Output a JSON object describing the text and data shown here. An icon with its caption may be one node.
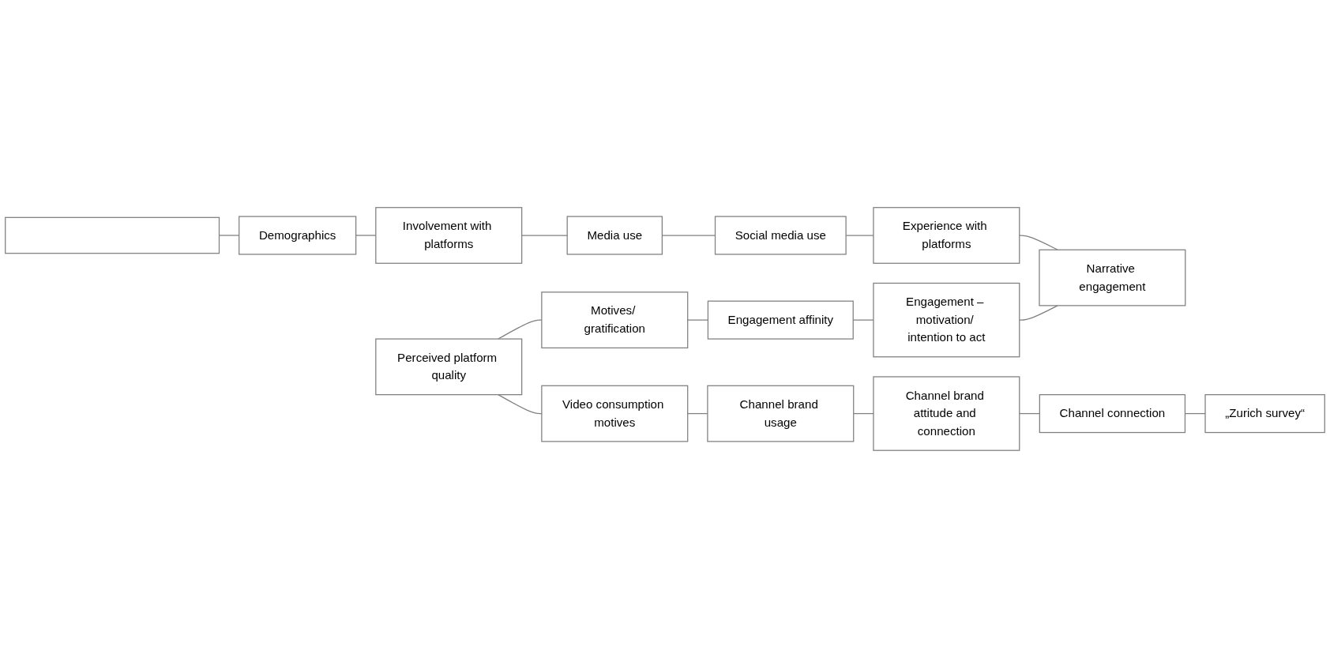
{
  "diagram": {
    "nodes": [
      {
        "text": [],
        "shape": "bar"
      },
      {
        "text": [
          "Demographics"
        ]
      },
      {
        "text": [
          "Involvement with platforms"
        ]
      },
      {
        "text": [
          "Media use"
        ]
      },
      {
        "text": [
          "Social media use"
        ]
      },
      {
        "text": [
          "Experience with platforms"
        ]
      },
      {
        "text": [
          "Perceived platform quality"
        ]
      },
      {
        "text": [
          "Motives/ gratification"
        ]
      },
      {
        "text": [
          "Engagement affinity"
        ]
      },
      {
        "text": [
          "Engagement – motivation/ intention to act"
        ]
      },
      {
        "text": [
          "Narrative engagement"
        ]
      },
      {
        "text": [
          "Video consumption motives"
        ]
      },
      {
        "text": [
          "Channel brand usage"
        ]
      },
      {
        "text": [
          "Channel brand attitude and connection"
        ]
      },
      {
        "text": [
          "Channel connection"
        ]
      },
      {
        "text": [
          "„Zurich survey“"
        ]
      }
    ],
    "edges": [
      {
        "from": 0,
        "to": 1,
        "arrow": "none"
      },
      {
        "from": 1,
        "to": 2,
        "arrow": "none"
      },
      {
        "from": 2,
        "to": 3,
        "arrow": "none"
      },
      {
        "from": 3,
        "to": 4,
        "arrow": "none"
      },
      {
        "from": 4,
        "to": 5,
        "arrow": "none"
      },
      {
        "from": 5,
        "to": 10,
        "arrow": "none"
      },
      {
        "from": 6,
        "to": 7,
        "arrow": "none"
      },
      {
        "from": 7,
        "to": 8,
        "arrow": "none"
      },
      {
        "from": 8,
        "to": 9,
        "arrow": "none"
      },
      {
        "from": 9,
        "to": 10,
        "arrow": "none"
      },
      {
        "from": 6,
        "to": 11,
        "arrow": "none"
      },
      {
        "from": 11,
        "to": 12,
        "arrow": "none"
      },
      {
        "from": 12,
        "to": 13,
        "arrow": "none"
      },
      {
        "from": 13,
        "to": 14,
        "arrow": "none"
      },
      {
        "from": 14,
        "to": 15,
        "arrow": "none"
      }
    ]
  }
}
